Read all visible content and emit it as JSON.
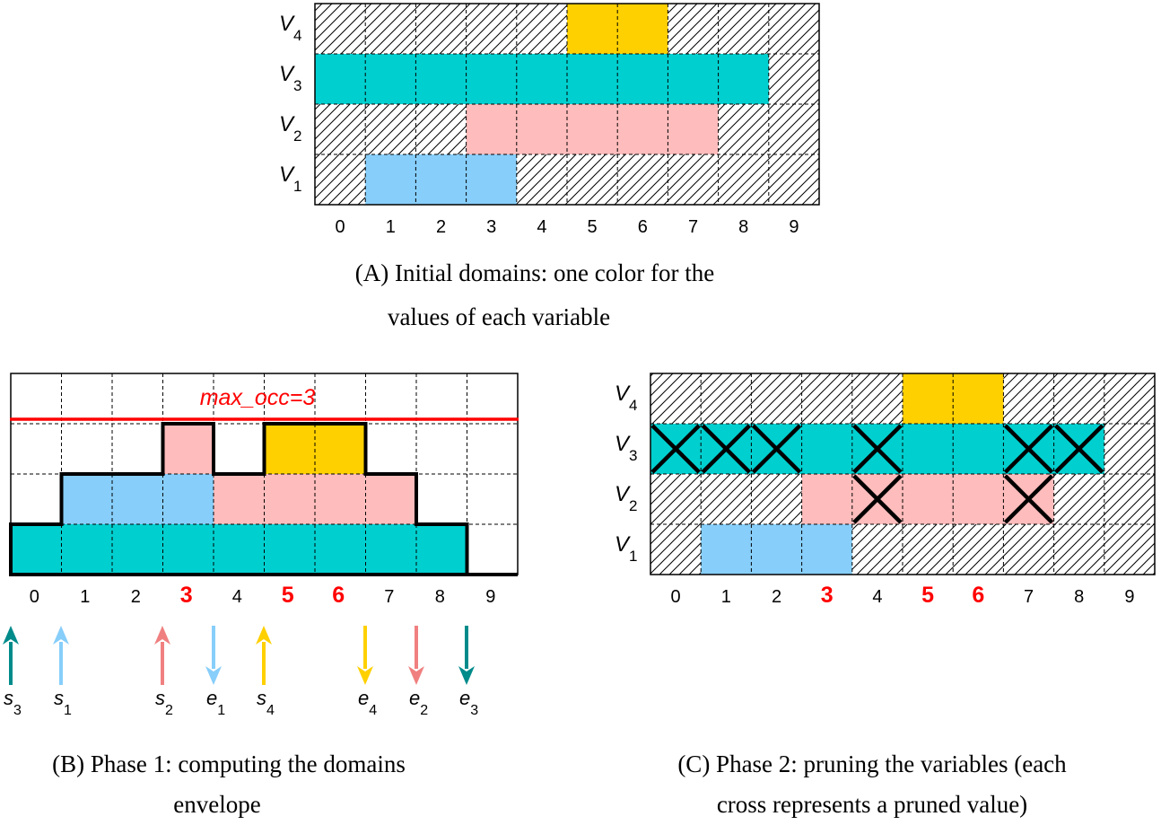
{
  "colors": {
    "v1": "#87cefa",
    "v2": "#ffbcbc",
    "v3": "#00cfcf",
    "v4": "#ffd000",
    "max_line": "#ff0000",
    "highlight": "#ff0000",
    "arrow_s3": "#008b8b",
    "arrow_s1": "#87cefa",
    "arrow_s2": "#f08080",
    "arrow_e1": "#87cefa",
    "arrow_s4": "#ffd000",
    "arrow_e4": "#ffd000",
    "arrow_e2": "#f08080",
    "arrow_e3": "#008b8b"
  },
  "value_labels": [
    "0",
    "1",
    "2",
    "3",
    "4",
    "5",
    "6",
    "7",
    "8",
    "9"
  ],
  "highlighted_values": [
    "3",
    "5",
    "6"
  ],
  "variables": [
    {
      "name": "V",
      "sub": "1",
      "key": "v1",
      "domain": [
        1,
        3
      ]
    },
    {
      "name": "V",
      "sub": "2",
      "key": "v2",
      "domain": [
        3,
        7
      ]
    },
    {
      "name": "V",
      "sub": "3",
      "key": "v3",
      "domain": [
        0,
        8
      ]
    },
    {
      "name": "V",
      "sub": "4",
      "key": "v4",
      "domain": [
        5,
        6
      ]
    }
  ],
  "panel_a": {
    "caption_line1": "(A) Initial domains: one color for the",
    "caption_line2": "values of each variable"
  },
  "panel_b": {
    "max_occ_label": "max_occ=3",
    "max_occ": 3,
    "caption_line1": "(B) Phase 1: computing the domains",
    "caption_line2": "envelope",
    "events": [
      {
        "label": "s",
        "sub": "3",
        "dir": "up",
        "color": "arrow_s3"
      },
      {
        "label": "s",
        "sub": "1",
        "dir": "up",
        "color": "arrow_s1"
      },
      {
        "label": "s",
        "sub": "2",
        "dir": "up",
        "color": "arrow_s2"
      },
      {
        "label": "e",
        "sub": "1",
        "dir": "down",
        "color": "arrow_e1"
      },
      {
        "label": "s",
        "sub": "4",
        "dir": "up",
        "color": "arrow_s4"
      },
      {
        "label": "e",
        "sub": "4",
        "dir": "down",
        "color": "arrow_e4"
      },
      {
        "label": "e",
        "sub": "2",
        "dir": "down",
        "color": "arrow_e2"
      },
      {
        "label": "e",
        "sub": "3",
        "dir": "down",
        "color": "arrow_e3"
      }
    ]
  },
  "panel_c": {
    "caption_line1": "(C) Phase 2: pruning the variables (each",
    "caption_line2": "cross represents a pruned value)",
    "pruned": [
      {
        "var": "V3",
        "value": "0"
      },
      {
        "var": "V3",
        "value": "1"
      },
      {
        "var": "V3",
        "value": "2"
      },
      {
        "var": "V3",
        "value": "4"
      },
      {
        "var": "V3",
        "value": "7"
      },
      {
        "var": "V3",
        "value": "8"
      },
      {
        "var": "V2",
        "value": "4"
      },
      {
        "var": "V2",
        "value": "7"
      }
    ]
  }
}
